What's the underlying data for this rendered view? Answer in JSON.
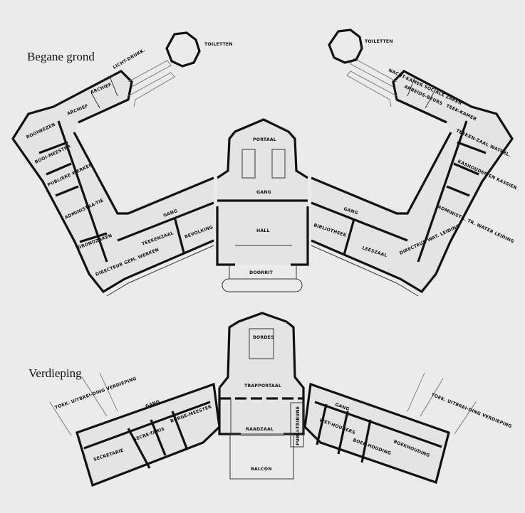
{
  "titles": {
    "ground": "Begane grond",
    "upper": "Verdieping"
  },
  "ground": {
    "left": [
      "TOILETTEN",
      "LICHT-DRUKK.",
      "ARCHIEF",
      "ARCHIEF",
      "ROOIWEZEN",
      "BOOI-MEESTER",
      "PUBLIEKE WERKEN",
      "ADMINISTRA-TIE",
      "GRONDZAKEN",
      "DIRECTEUR GEM. WERKEN",
      "TEEKENZAAL",
      "BEVOLKING",
      "GANG"
    ],
    "center": [
      "PORTAAL",
      "GANG",
      "HALL",
      "DOORRIT"
    ],
    "right": [
      "TOILETTEN",
      "NACHT-KAMER",
      "ARBEIDS-BEURS",
      "SOCIALE ZAKEN",
      "TEEK-KAMER",
      "TEEKEN-ZAAL WATERL.",
      "KASHOUDER EN KASSIER",
      "ADMINISTR. TR. WATER LEIDING",
      "DIRECTEUR WAT. LEIDING",
      "LEESZAAL",
      "BIBLIOTHEEK",
      "GANG"
    ]
  },
  "upper": {
    "left": [
      "TOEK. UITBREI-DING VERDIEPING",
      "GANG",
      "SECRETARIE",
      "SECRE-TARIS",
      "BURGE-MEESTER"
    ],
    "center": [
      "BORDES",
      "TRAPPORTAAL",
      "RAADZAAL",
      "PUBLI-TRIBUNE",
      "BALCON"
    ],
    "right": [
      "TOEK. UITBREI-DING VERDIEPING",
      "GANG",
      "WET-HOUDERS",
      "BOEK-HOUDING",
      "BOEKHOUDING"
    ]
  }
}
